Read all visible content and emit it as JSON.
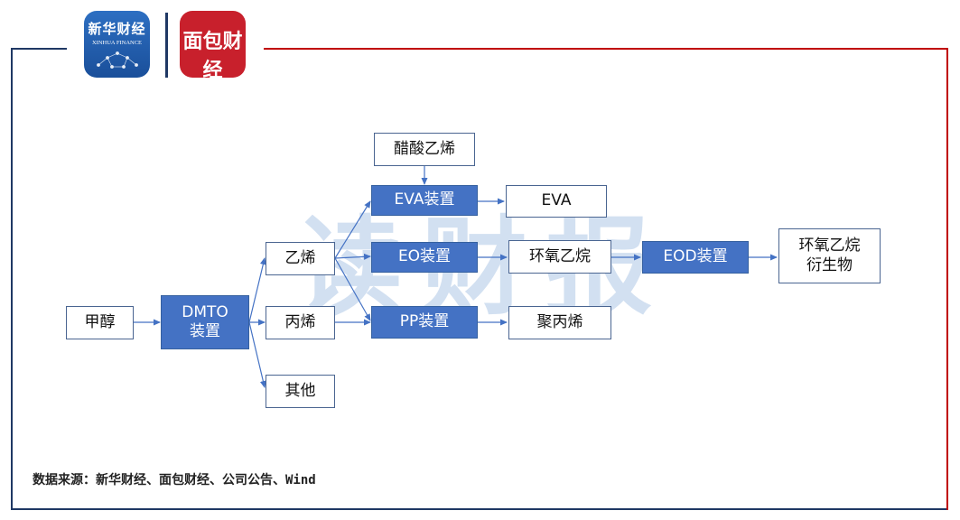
{
  "logos": {
    "xinhua_cn": "新华财经",
    "xinhua_en": "XINHUA FINANCE",
    "mianbao_text": "面包财经"
  },
  "watermark": "读财报",
  "nodes": {
    "methanol": "甲醇",
    "dmto": "DMTO\n装置",
    "ethylene": "乙烯",
    "propylene": "丙烯",
    "other": "其他",
    "vinyl_acetate": "醋酸乙烯",
    "eva_unit": "EVA装置",
    "eo_unit": "EO装置",
    "pp_unit": "PP装置",
    "eva": "EVA",
    "ethylene_oxide": "环氧乙烷",
    "polypropylene": "聚丙烯",
    "eod_unit": "EOD装置",
    "eo_derivatives": "环氧乙烷\n衍生物"
  },
  "source": "数据来源：新华财经、面包财经、公司公告、Wind",
  "colors": {
    "frame_navy": "#1f3864",
    "frame_red": "#c00000",
    "node_fill": "#4472c4",
    "arrow": "#4472c4"
  }
}
